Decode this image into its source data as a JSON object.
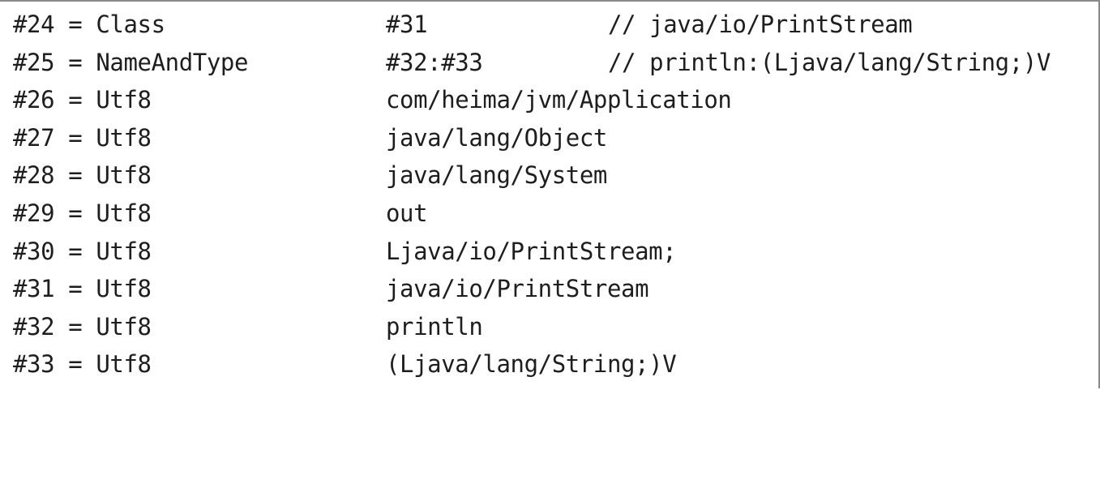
{
  "entries": [
    {
      "left": "#24 = Class",
      "mid": "#31",
      "comment": "// java/io/PrintStream"
    },
    {
      "left": "#25 = NameAndType",
      "mid": "#32:#33",
      "comment": "// println:(Ljava/lang/String;)V"
    },
    {
      "left": "#26 = Utf8",
      "mid": "com/heima/jvm/Application",
      "comment": ""
    },
    {
      "left": "#27 = Utf8",
      "mid": "java/lang/Object",
      "comment": ""
    },
    {
      "left": "#28 = Utf8",
      "mid": "java/lang/System",
      "comment": ""
    },
    {
      "left": "#29 = Utf8",
      "mid": "out",
      "comment": ""
    },
    {
      "left": "#30 = Utf8",
      "mid": "Ljava/io/PrintStream;",
      "comment": ""
    },
    {
      "left": "#31 = Utf8",
      "mid": "java/io/PrintStream",
      "comment": ""
    },
    {
      "left": "#32 = Utf8",
      "mid": "println",
      "comment": ""
    },
    {
      "left": "#33 = Utf8",
      "mid": "(Ljava/lang/String;)V",
      "comment": ""
    }
  ]
}
